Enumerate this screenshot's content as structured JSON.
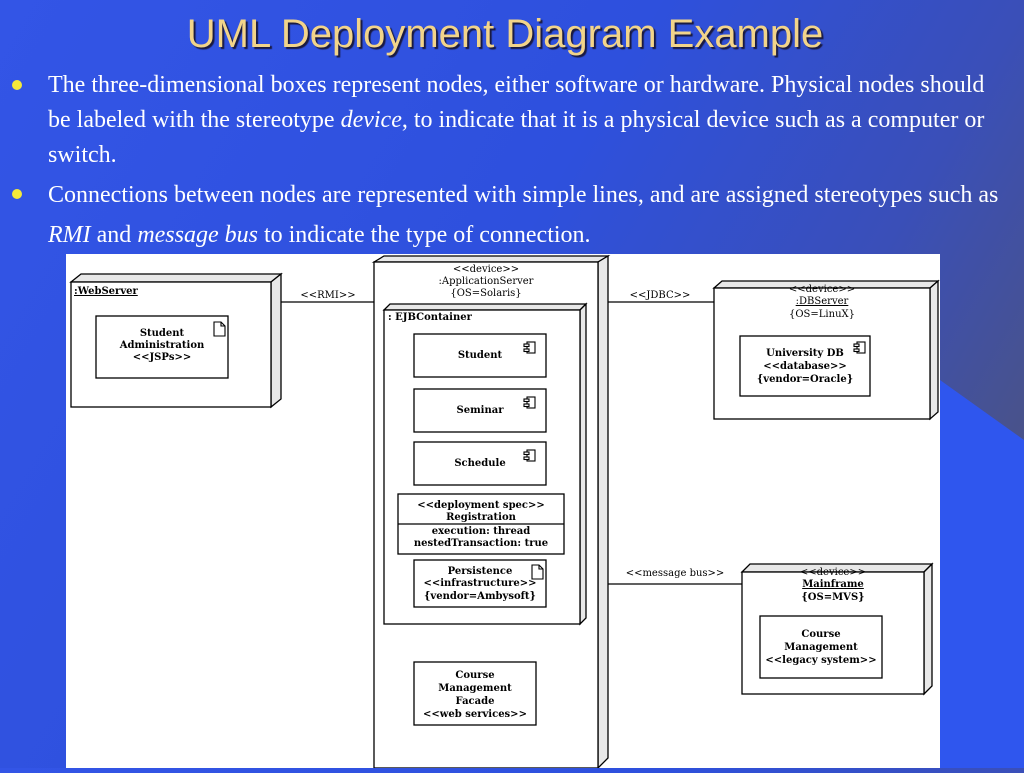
{
  "slide": {
    "title": "UML Deployment Diagram Example",
    "bullets": [
      {
        "parts": [
          {
            "t": "The three-dimensional boxes represent nodes, either software or hardware.  Physical nodes should be labeled with the stereotype ",
            "i": false
          },
          {
            "t": "device",
            "i": true
          },
          {
            "t": ", to indicate that it is a physical device such as a computer or switch.",
            "i": false
          }
        ]
      },
      {
        "parts": [
          {
            "t": "Connections between nodes are represented with simple lines, and are assigned stereotypes such as ",
            "i": false
          },
          {
            "t": "RMI",
            "i": true
          },
          {
            "t": " and ",
            "i": false
          },
          {
            "t": "message bus",
            "i": true
          },
          {
            "t": " to indicate the type of connection.",
            "i": false
          }
        ]
      }
    ]
  },
  "diagram": {
    "webserver": {
      "name": ":WebServer",
      "artifact": [
        "Student",
        "Administration",
        "<<JSPs>>"
      ]
    },
    "appserver": {
      "stereotype": "<<device>>",
      "name": ":ApplicationServer",
      "props": "{OS=Solaris}"
    },
    "ejb": {
      "name": ": EJBContainer",
      "components": [
        "Student",
        "Seminar",
        "Schedule"
      ]
    },
    "spec": {
      "stereotype": "<<deployment spec>>",
      "name": "Registration",
      "props": [
        "execution: thread",
        "nestedTransaction: true"
      ]
    },
    "persistence": [
      "Persistence",
      "<<infrastructure>>",
      "{vendor=Ambysoft}"
    ],
    "facade": [
      "Course",
      "Management",
      "Facade",
      "<<web services>>"
    ],
    "dbserver": {
      "stereotype": "<<device>>",
      "name": ":DBServer",
      "props": "{OS=LinuX}",
      "artifact": [
        "University DB",
        "<<database>>",
        "{vendor=Oracle}"
      ]
    },
    "mainframe": {
      "stereotype": "<<device>>",
      "name": "Mainframe",
      "props": "{OS=MVS}",
      "artifact": [
        "Course",
        "Management",
        "<<legacy system>>"
      ]
    },
    "connections": {
      "rmi": "<<RMI>>",
      "jdbc": "<<JDBC>>",
      "bus": "<<message bus>>"
    }
  },
  "colors": {
    "title": "#f2d48a",
    "bullet": "#f5e93a"
  }
}
